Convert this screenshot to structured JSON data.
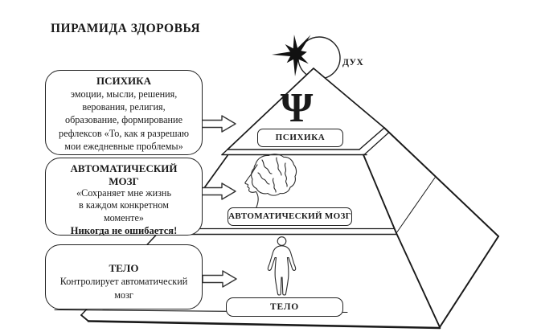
{
  "title": "ПИРАМИДА ЗДОРОВЬЯ",
  "colors": {
    "ink": "#1a1a1a",
    "background": "#ffffff"
  },
  "boxes": [
    {
      "title": "ПСИХИКА",
      "lines": [
        "эмоции, мысли, решения,",
        "верования, религия,",
        "образование, формирование",
        "рефлексов «То, как  я разрешаю",
        "мои ежедневные проблемы»"
      ]
    },
    {
      "title": "АВТОМАТИЧЕСКИЙ МОЗГ",
      "lines": [
        "«Сохраняет мне жизнь",
        "в каждом конкретном",
        "моменте»"
      ],
      "bold_line": "Никогда не ошибается!"
    },
    {
      "title": "ТЕЛО",
      "lines": [
        "Контролирует автоматический",
        "мозг"
      ]
    }
  ],
  "pyramid": {
    "spirit_label": "ДУХ",
    "psi_symbol": "Ψ",
    "levels": [
      {
        "label": "ПСИХИКА"
      },
      {
        "label": "АВТОМАТИЧЕСКИЙ МОЗГ"
      },
      {
        "label": "ТЕЛО"
      }
    ]
  }
}
